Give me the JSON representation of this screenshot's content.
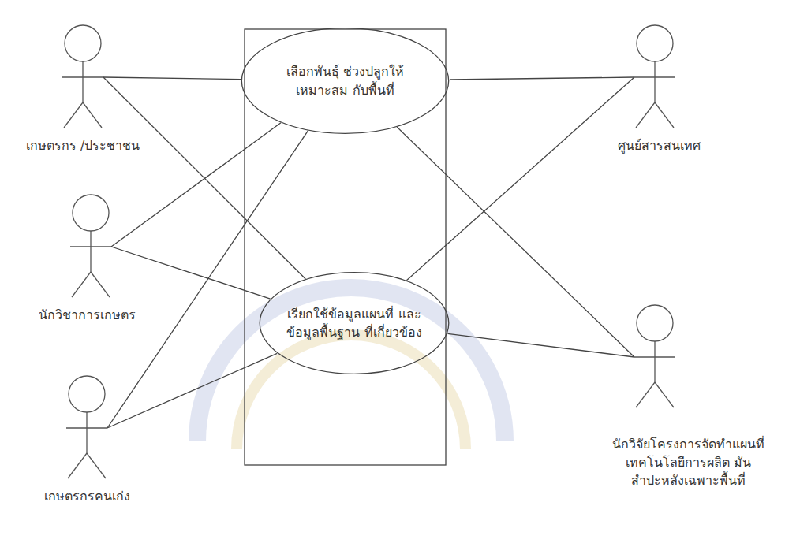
{
  "diagram": {
    "nodes": [
      {
        "text": [
          "เกษตรกร /ประชาชน"
        ]
      },
      {
        "text": [
          "เลือกพันธุ์ ช่วงปลูกให้เหมาะสม กับพื้นที่"
        ]
      },
      {
        "text": [
          "ศูนย์สารสนเทศ"
        ]
      },
      {
        "text": [
          "นักวิชาการเกษตร"
        ]
      },
      {
        "text": [
          "เรียกใช้ข้อมูลแผนที่ และข้อมูลพื้นฐาน ที่เกี่ยวข้อง"
        ]
      },
      {
        "text": [
          "เกษตรกรคนเก่ง"
        ]
      },
      {
        "text": [
          "นักวิจัยโครงการจัดทำแผนที่ เทคโนโลยีการผลิต มันสำปะหลังเฉพาะพื้นที่"
        ]
      }
    ],
    "edges": [
      {
        "from": 0,
        "to": 1,
        "arrow": "none"
      },
      {
        "from": 0,
        "to": 4,
        "arrow": "none"
      },
      {
        "from": 2,
        "to": 1,
        "arrow": "none"
      },
      {
        "from": 2,
        "to": 4,
        "arrow": "none"
      },
      {
        "from": 3,
        "to": 1,
        "arrow": "none"
      },
      {
        "from": 3,
        "to": 4,
        "arrow": "none"
      },
      {
        "from": 5,
        "to": 1,
        "arrow": "none"
      },
      {
        "from": 5,
        "to": 4,
        "arrow": "none"
      },
      {
        "from": 6,
        "to": 1,
        "arrow": "none"
      },
      {
        "from": 6,
        "to": 4,
        "arrow": "none"
      }
    ]
  }
}
